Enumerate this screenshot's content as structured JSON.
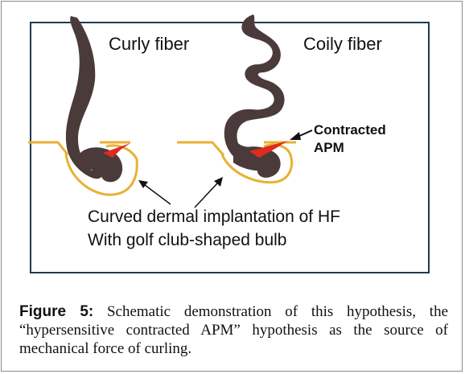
{
  "diagram": {
    "label_curly": "Curly fiber",
    "label_coily": "Coily fiber",
    "label_apm": [
      "Contracted",
      "APM"
    ],
    "label_hf": [
      "Curved dermal implantation of HF",
      "With golf club-shaped bulb"
    ]
  },
  "caption": {
    "label": "Figure 5:",
    "text": "Schematic demonstration of this hypothesis, the “hypersensitive contracted APM” hypothesis as the source of mechanical force of curling."
  },
  "colors": {
    "hair": "#4a3b3a",
    "skin_outline": "#e8b133",
    "apm": "#e02a20",
    "panel_border": "#1f3a52"
  }
}
